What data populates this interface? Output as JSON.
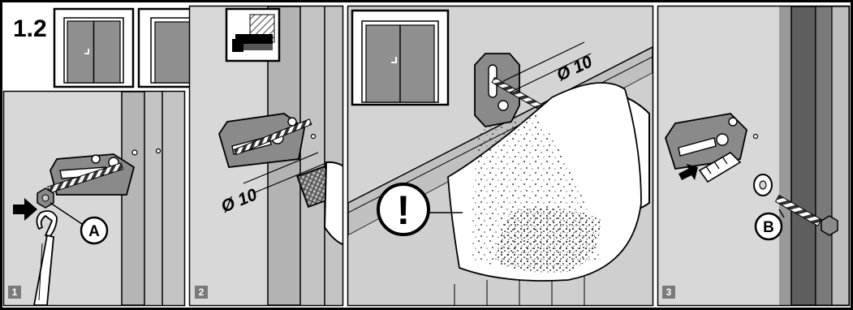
{
  "section_number": "1.2",
  "steps": [
    "1",
    "2",
    "3"
  ],
  "callouts": [
    "A",
    "B"
  ],
  "drill_diameter": "Ø 10",
  "warning_symbol": "!",
  "icons": [
    "double-door-icon",
    "single-door-icon",
    "wall-profile-icon",
    "warning-icon",
    "wrench-icon",
    "drill-icon",
    "bracket-icon",
    "wall-plug-icon",
    "washer-icon",
    "lag-screw-icon"
  ],
  "colors": {
    "ink": "#000000",
    "wall": "#dcdcdc",
    "frame": "#bdbdbd",
    "door_grey": "#8f8f8f",
    "badge": "#7a7a7a"
  }
}
